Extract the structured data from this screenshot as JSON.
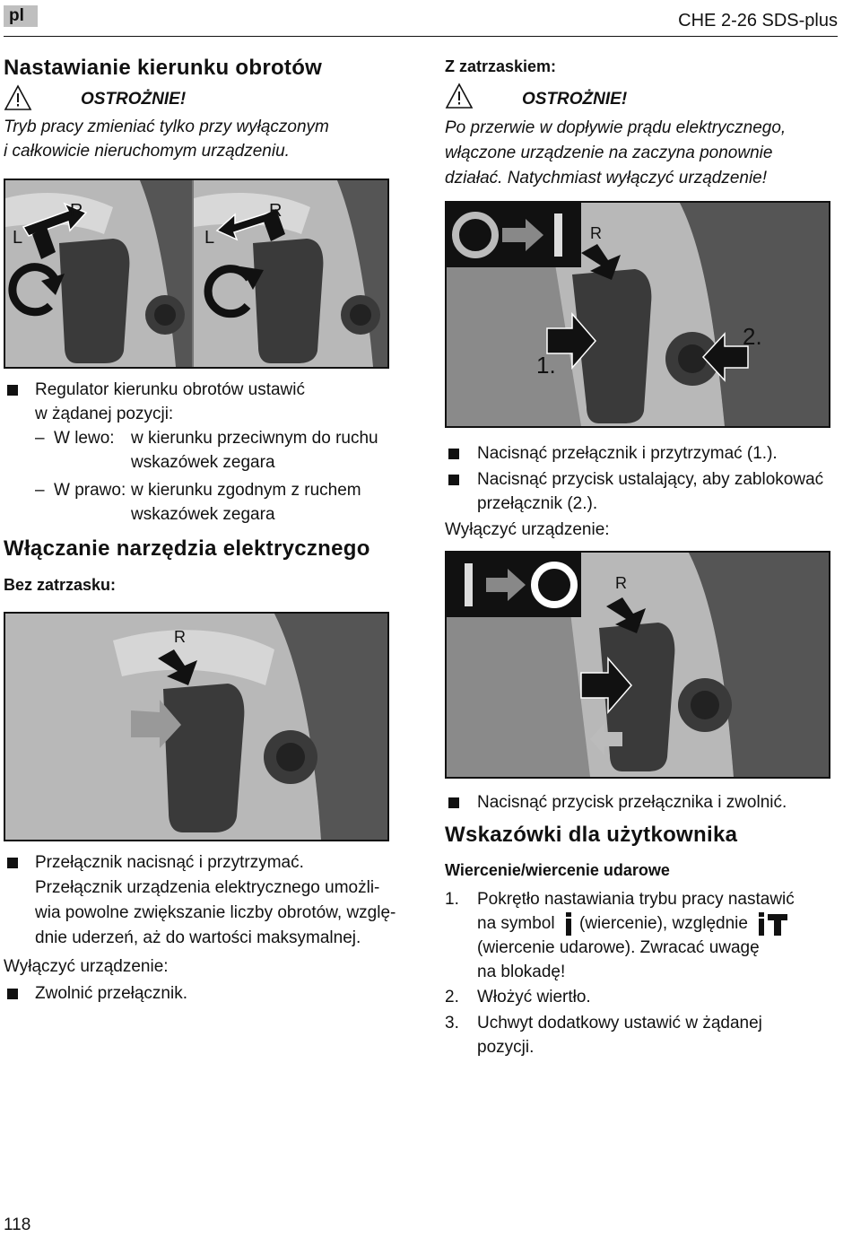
{
  "header": {
    "lang": "pl",
    "model": "CHE 2-26 SDS-plus"
  },
  "left": {
    "sec1_title": "Nastawianie kierunku obrotów",
    "sec1_warn": "OSTROŻNIE!",
    "sec1_warn_l1": "Tryb pracy zmieniać tylko przy wyłączonym",
    "sec1_warn_l2": "i całkowicie nieruchomym urządzeniu.",
    "fig1": {
      "label_r1": "R",
      "label_l1": "L",
      "label_r2": "R",
      "label_l2": "L"
    },
    "b1_l1": "Regulator kierunku obrotów ustawić",
    "b1_l2": "w żądanej pozycji:",
    "d1_dash": "–",
    "d1_key": "W lewo:",
    "d1_v1": "w kierunku przeciwnym do ruchu",
    "d1_v2": "wskazówek zegara",
    "d2_dash": "–",
    "d2_key": "W prawo:",
    "d2_v1": "w kierunku zgodnym z ruchem",
    "d2_v2": "wskazówek zegara",
    "sec2_title": "Włączanie narzędzia elektrycznego",
    "sec2_sub": "Bez zatrzasku:",
    "fig2": {
      "label_r": "R"
    },
    "b2_l1": "Przełącznik nacisnąć i przytrzymać.",
    "b2_l2": "Przełącznik urządzenia elektrycznego umożli-",
    "b2_l3": "wia powolne zwiększanie liczby obrotów, wzglę-",
    "b2_l4": "dnie uderzeń, aż do wartości maksymalnej.",
    "off_text": "Wyłączyć urządzenie:",
    "b3": "Zwolnić przełącznik."
  },
  "right": {
    "sub1": "Z zatrzaskiem:",
    "warn": "OSTROŻNIE!",
    "warn_l1": "Po przerwie w dopływie prądu elektrycznego,",
    "warn_l2": "włączone urządzenie na zaczyna ponownie",
    "warn_l3": "działać. Natychmiast wyłączyć urządzenie!",
    "fig3": {
      "label_r": "R",
      "label_1": "1.",
      "label_2": "2."
    },
    "b1": "Nacisnąć przełącznik i przytrzymać (1.).",
    "b2_l1": "Nacisnąć przycisk ustalający, aby zablokować",
    "b2_l2": "przełącznik (2.).",
    "off_text": "Wyłączyć urządzenie:",
    "fig4": {
      "label_r": "R"
    },
    "b3": "Nacisnąć przycisk przełącznika i zwolnić.",
    "sec_title": "Wskazówki dla użytkownika",
    "sec_sub": "Wiercenie/wiercenie udarowe",
    "n1_num": "1.",
    "n1_l1": "Pokrętło nastawiania trybu pracy nastawić",
    "n1_l2a": "na symbol",
    "n1_l2b": "(wiercenie), względnie",
    "n1_l3": "(wiercenie udarowe). Zwracać uwagę",
    "n1_l4": "na blokadę!",
    "n2_num": "2.",
    "n2": "Włożyć wiertło.",
    "n3_num": "3.",
    "n3_l1": "Uchwyt dodatkowy ustawić w żądanej",
    "n3_l2": "pozycji."
  },
  "footer": {
    "page": "118"
  }
}
